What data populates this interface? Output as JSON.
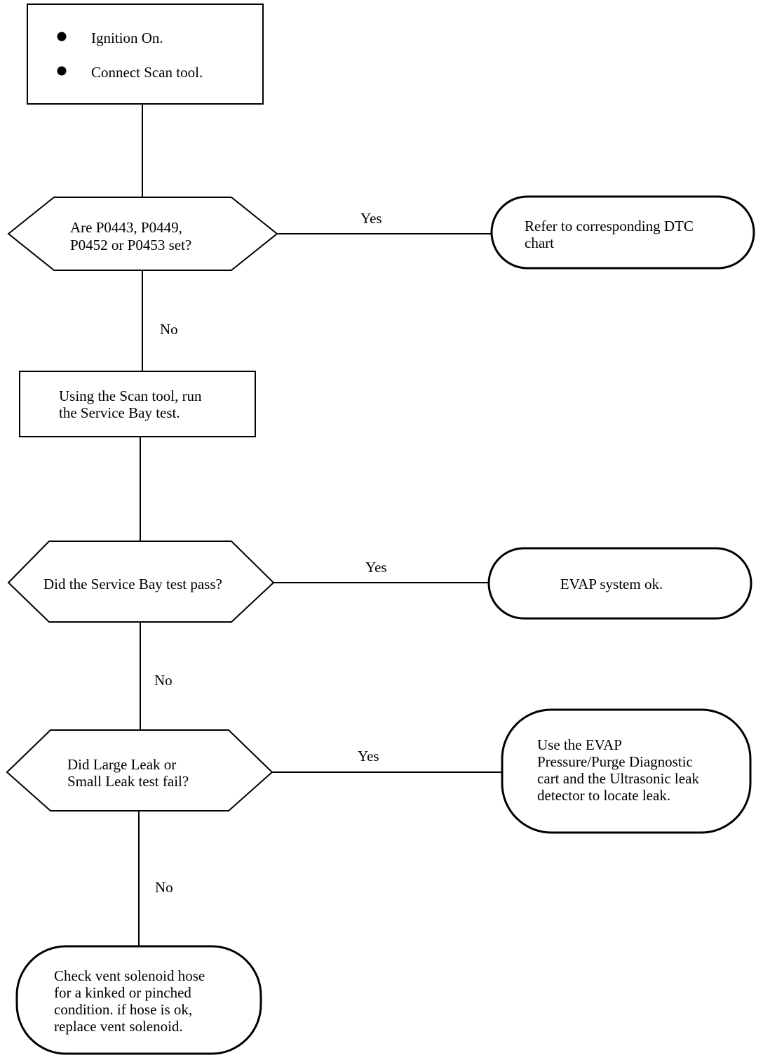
{
  "start": {
    "bullets": [
      "Ignition On.",
      "Connect Scan tool."
    ]
  },
  "decision1": {
    "lines": [
      "Are P0443, P0449,",
      "P0452 or P0453 set?"
    ],
    "yes_label": "Yes",
    "no_label": "No"
  },
  "result1": {
    "lines": [
      "Refer to corresponding DTC",
      "chart"
    ]
  },
  "step2": {
    "lines": [
      "Using the Scan tool, run",
      "the Service Bay test."
    ]
  },
  "decision2": {
    "lines": [
      "Did the Service Bay test pass?"
    ],
    "yes_label": "Yes",
    "no_label": "No"
  },
  "result2": {
    "lines": [
      "EVAP system ok."
    ]
  },
  "decision3": {
    "lines": [
      "Did Large Leak or",
      "Small Leak test fail?"
    ],
    "yes_label": "Yes",
    "no_label": "No"
  },
  "result3": {
    "lines": [
      "Use the EVAP",
      "Pressure/Purge Diagnostic",
      "cart and the Ultrasonic leak",
      "detector to locate leak."
    ]
  },
  "final": {
    "lines": [
      "Check vent solenoid hose",
      "for a kinked or pinched",
      "condition. if hose is ok,",
      "replace vent solenoid."
    ]
  }
}
